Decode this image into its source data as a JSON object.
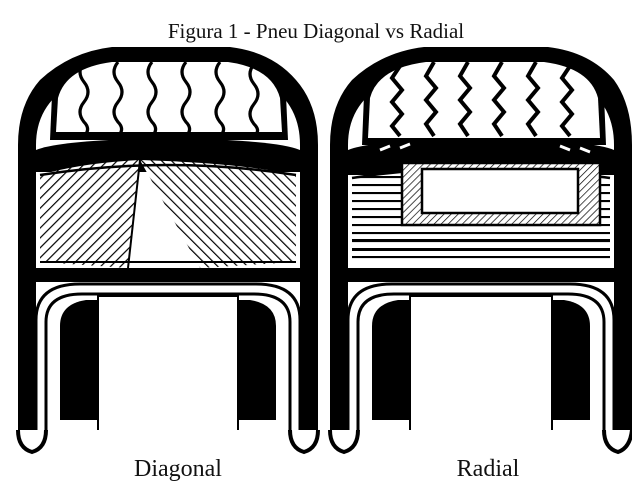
{
  "figure": {
    "title": "Figura 1 - Pneu Diagonal vs Radial",
    "left_label": "Diagonal",
    "right_label": "Radial"
  },
  "colors": {
    "ink": "#000000",
    "paper": "#ffffff"
  },
  "icons": {
    "left": "bias-ply-tire-cross-section",
    "right": "radial-tire-cross-section"
  }
}
